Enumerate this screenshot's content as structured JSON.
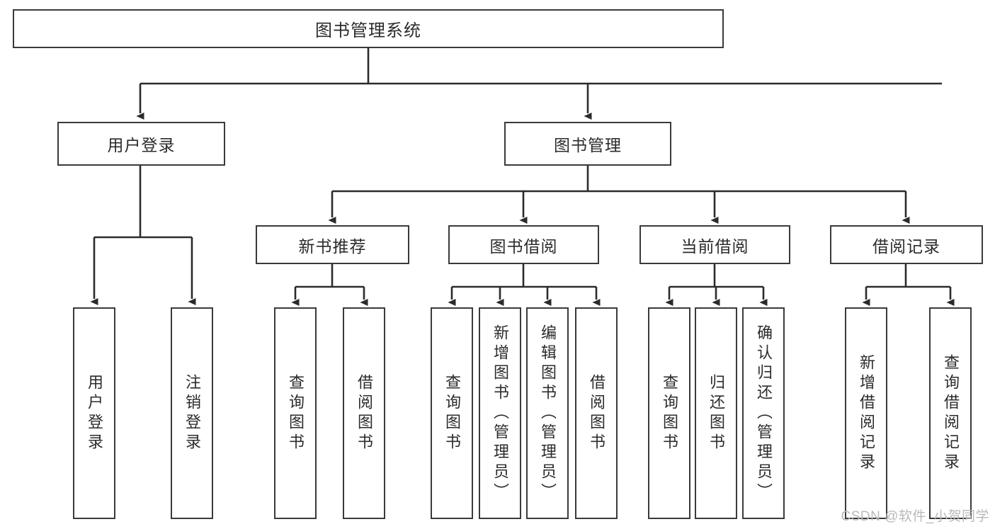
{
  "diagram": {
    "type": "tree-hierarchy",
    "title": "图书管理系统",
    "root": {
      "id": "root",
      "label": "图书管理系统"
    },
    "level2": [
      {
        "id": "user-login",
        "label": "用户登录"
      },
      {
        "id": "book-management",
        "label": "图书管理"
      }
    ],
    "level3": [
      {
        "id": "new-book-recommend",
        "label": "新书推荐",
        "parent": "book-management"
      },
      {
        "id": "book-borrow",
        "label": "图书借阅",
        "parent": "book-management"
      },
      {
        "id": "current-borrow",
        "label": "当前借阅",
        "parent": "book-management"
      },
      {
        "id": "borrow-record",
        "label": "借阅记录",
        "parent": "book-management"
      }
    ],
    "leaves": [
      {
        "id": "leaf-user-login",
        "label": "用户登录",
        "parent": "user-login"
      },
      {
        "id": "leaf-logout-login",
        "label": "注销登录",
        "parent": "user-login"
      },
      {
        "id": "leaf-query-book-1",
        "label": "查询图书",
        "parent": "new-book-recommend"
      },
      {
        "id": "leaf-borrow-book-1",
        "label": "借阅图书",
        "parent": "new-book-recommend"
      },
      {
        "id": "leaf-query-book-2",
        "label": "查询图书",
        "parent": "book-borrow"
      },
      {
        "id": "leaf-add-book",
        "label": "新增图书（管理员）",
        "parent": "book-borrow"
      },
      {
        "id": "leaf-edit-book",
        "label": "编辑图书（管理员）",
        "parent": "book-borrow"
      },
      {
        "id": "leaf-borrow-book-2",
        "label": "借阅图书",
        "parent": "book-borrow"
      },
      {
        "id": "leaf-query-book-3",
        "label": "查询图书",
        "parent": "current-borrow"
      },
      {
        "id": "leaf-return-book",
        "label": "归还图书",
        "parent": "current-borrow"
      },
      {
        "id": "leaf-confirm-return",
        "label": "确认归还（管理员）",
        "parent": "current-borrow"
      },
      {
        "id": "leaf-add-record",
        "label": "新增借阅记录",
        "parent": "borrow-record"
      },
      {
        "id": "leaf-query-record",
        "label": "查询借阅记录",
        "parent": "borrow-record"
      }
    ],
    "colors": {
      "box_border": "#3a3a3a",
      "box_fill": "#ffffff",
      "line": "#2b2b2b",
      "text": "#2b2b2b",
      "watermark": "#b9b9b9",
      "background": "#ffffff"
    }
  },
  "watermark": {
    "text": "CSDN @软件_小贺同学"
  }
}
